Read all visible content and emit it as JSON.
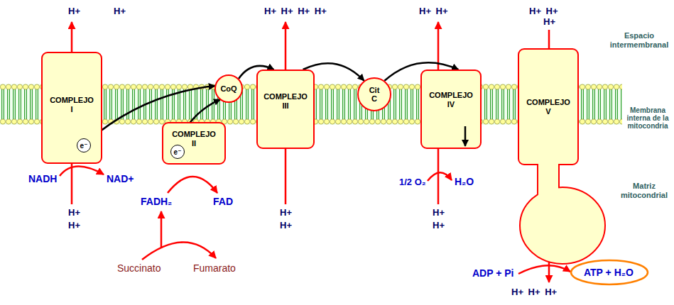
{
  "diagram": {
    "nodes": [
      {
        "text": [
          "COMPLEJO I"
        ]
      },
      {
        "text": [
          "e⁻"
        ],
        "in": 0
      },
      {
        "text": [
          "CoQ"
        ]
      },
      {
        "text": [
          "COMPLEJO II"
        ]
      },
      {
        "text": [
          "e⁻"
        ],
        "in": 3
      },
      {
        "text": [
          "COMPLEJO III"
        ]
      },
      {
        "text": [
          "Cit C"
        ]
      },
      {
        "text": [
          "COMPLEJO IV"
        ]
      },
      {
        "text": [
          "COMPLEJO V"
        ]
      }
    ],
    "edges": [
      {
        "from": 1,
        "to": 2,
        "arrow": "to"
      },
      {
        "from": 4,
        "to": 2,
        "arrow": "to"
      },
      {
        "from": 2,
        "to": 5,
        "arrow": "to"
      },
      {
        "from": 5,
        "to": 6,
        "arrow": "to"
      },
      {
        "from": 6,
        "to": 7,
        "arrow": "to"
      }
    ],
    "labels": [
      "H+",
      "H+",
      "H+ H+ H+ H+",
      "H+ H+",
      "H+ H+",
      "H+",
      "Espacio intermembranal",
      "Membrana interna de la mitocondria",
      "NADH",
      "NAD+",
      "1/2 O₂",
      "H₂O",
      "Matriz mitocondrial",
      "FADH₂",
      "FAD",
      "H+",
      "H+",
      "H+",
      "H+",
      "H+",
      "H+",
      "Succinato",
      "Fumarato",
      "ADP + Pi",
      "ATP + H₂O",
      "H+ H+ H+"
    ]
  }
}
